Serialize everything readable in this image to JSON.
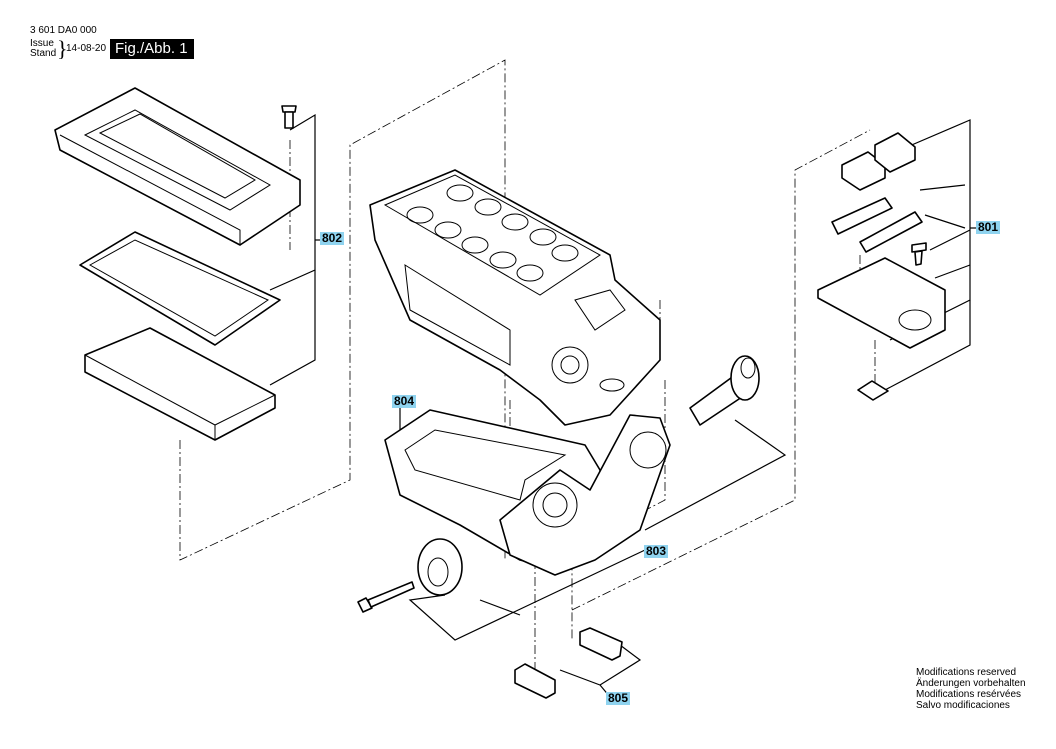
{
  "header": {
    "doc_number": "3 601 DA0 000",
    "issue_label": "Issue",
    "stand_label": "Stand",
    "issue_date": "14-08-20",
    "figure_label": "Fig./Abb. 1"
  },
  "callouts": [
    {
      "id": "802",
      "label": "802"
    },
    {
      "id": "801",
      "label": "801"
    },
    {
      "id": "804",
      "label": "804"
    },
    {
      "id": "803",
      "label": "803"
    },
    {
      "id": "805",
      "label": "805"
    }
  ],
  "footer": {
    "lines": [
      "Modifications reserved",
      "Änderungen vorbehalten",
      "Modifications resérvées",
      "Salvo modificaciones"
    ]
  },
  "colors": {
    "callout_bg": "#8fd3ef",
    "figure_label_bg": "#000000"
  }
}
